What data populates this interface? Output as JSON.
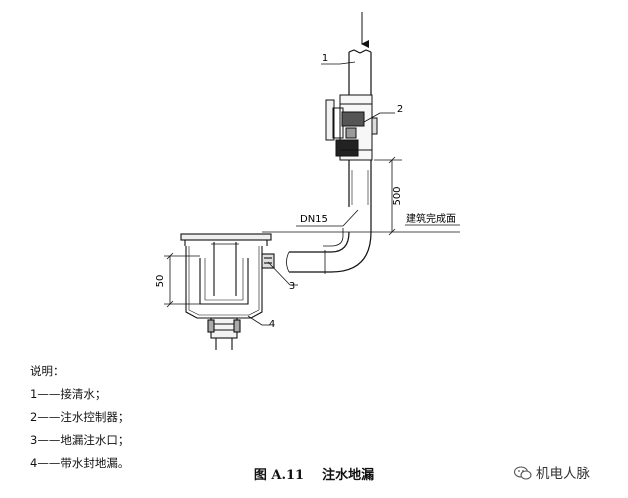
{
  "callouts": {
    "c1": "1",
    "c2": "2",
    "c3": "3",
    "c4": "4"
  },
  "dimensions": {
    "height_500": "500",
    "height_50": "50"
  },
  "labels": {
    "pipe": "DN15",
    "floor": "建筑完成面"
  },
  "legend": {
    "title": "说明：",
    "items": [
      "1——接清水；",
      "2——注水控制器；",
      "3——地漏注水口；",
      "4——带水封地漏。"
    ]
  },
  "caption": {
    "figure_number": "图 A.11",
    "title": "注水地漏"
  },
  "watermark": {
    "text": "机电人脉",
    "icon": "wechat-icon"
  }
}
